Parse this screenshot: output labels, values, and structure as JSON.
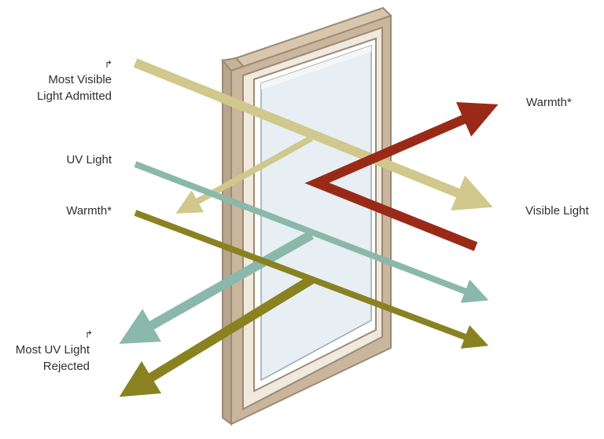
{
  "labels": {
    "most_visible_line1": "Most Visible",
    "most_visible_line2": "Light Admitted",
    "uv_light": "UV Light",
    "warmth_left": "Warmth*",
    "most_uv_line1": "Most UV Light",
    "most_uv_line2": "Rejected",
    "warmth_right": "Warmth*",
    "visible_light": "Visible Light"
  },
  "colors": {
    "visible_light": "#d0c88c",
    "uv_light": "#8ab8aa",
    "warmth_in": "#8a8220",
    "warmth_out": "#9a2a18",
    "frame": "#c7b39a",
    "frame_inner": "#efe9de",
    "glass": "#e7eff4"
  }
}
